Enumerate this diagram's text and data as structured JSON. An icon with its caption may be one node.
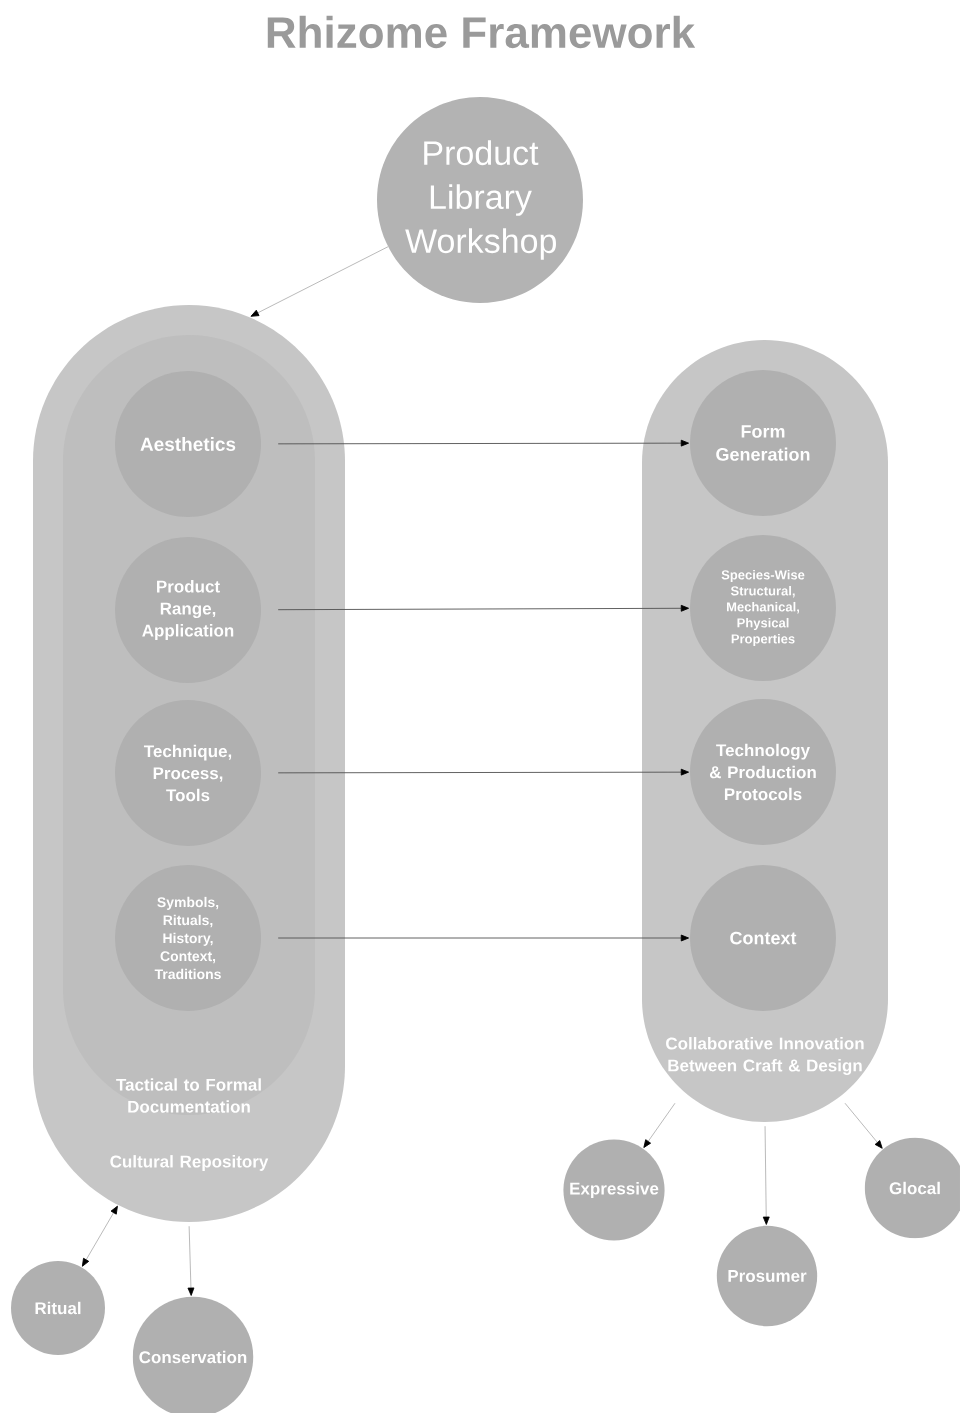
{
  "diagram": {
    "title": "Rhizome Framework",
    "nodes": [
      {
        "text": [
          "Product Library Workshop"
        ]
      },
      {
        "text": [
          "Cultural Repository"
        ]
      },
      {
        "text": [
          "Tactical to Formal Documentation"
        ],
        "in": 1
      },
      {
        "text": [
          "Aesthetics"
        ],
        "in": 2
      },
      {
        "text": [
          "Product Range, Application"
        ],
        "in": 2
      },
      {
        "text": [
          "Technique, Process, Tools"
        ],
        "in": 2
      },
      {
        "text": [
          "Symbols, Rituals, History, Context, Traditions"
        ],
        "in": 2
      },
      {
        "text": [
          "Collaborative Innovation Between Craft & Design"
        ]
      },
      {
        "text": [
          "Form Generation"
        ],
        "in": 7
      },
      {
        "text": [
          "Species-Wise Structural, Mechanical, Physical Properties"
        ],
        "in": 7
      },
      {
        "text": [
          "Technology & Production Protocols"
        ],
        "in": 7
      },
      {
        "text": [
          "Context"
        ],
        "in": 7
      },
      {
        "text": [
          "Ritual"
        ]
      },
      {
        "text": [
          "Conservation"
        ]
      },
      {
        "text": [
          "Expressive"
        ]
      },
      {
        "text": [
          "Prosumer"
        ]
      },
      {
        "text": [
          "Glocal"
        ]
      }
    ],
    "edges": [
      {
        "from": 0,
        "to": 1,
        "arrow": "to"
      },
      {
        "from": 3,
        "to": 8,
        "arrow": "to",
        "color": "#505050"
      },
      {
        "from": 4,
        "to": 9,
        "arrow": "to",
        "color": "#505050"
      },
      {
        "from": 5,
        "to": 10,
        "arrow": "to",
        "color": "#505050"
      },
      {
        "from": 6,
        "to": 11,
        "arrow": "to",
        "color": "#505050"
      },
      {
        "from": 12,
        "to": 1,
        "arrow": "both"
      },
      {
        "from": 1,
        "to": 13,
        "arrow": "to"
      },
      {
        "from": 7,
        "to": 14,
        "arrow": "to"
      },
      {
        "from": 7,
        "to": 15,
        "arrow": "to"
      },
      {
        "from": 7,
        "to": 16,
        "arrow": "to"
      }
    ]
  }
}
